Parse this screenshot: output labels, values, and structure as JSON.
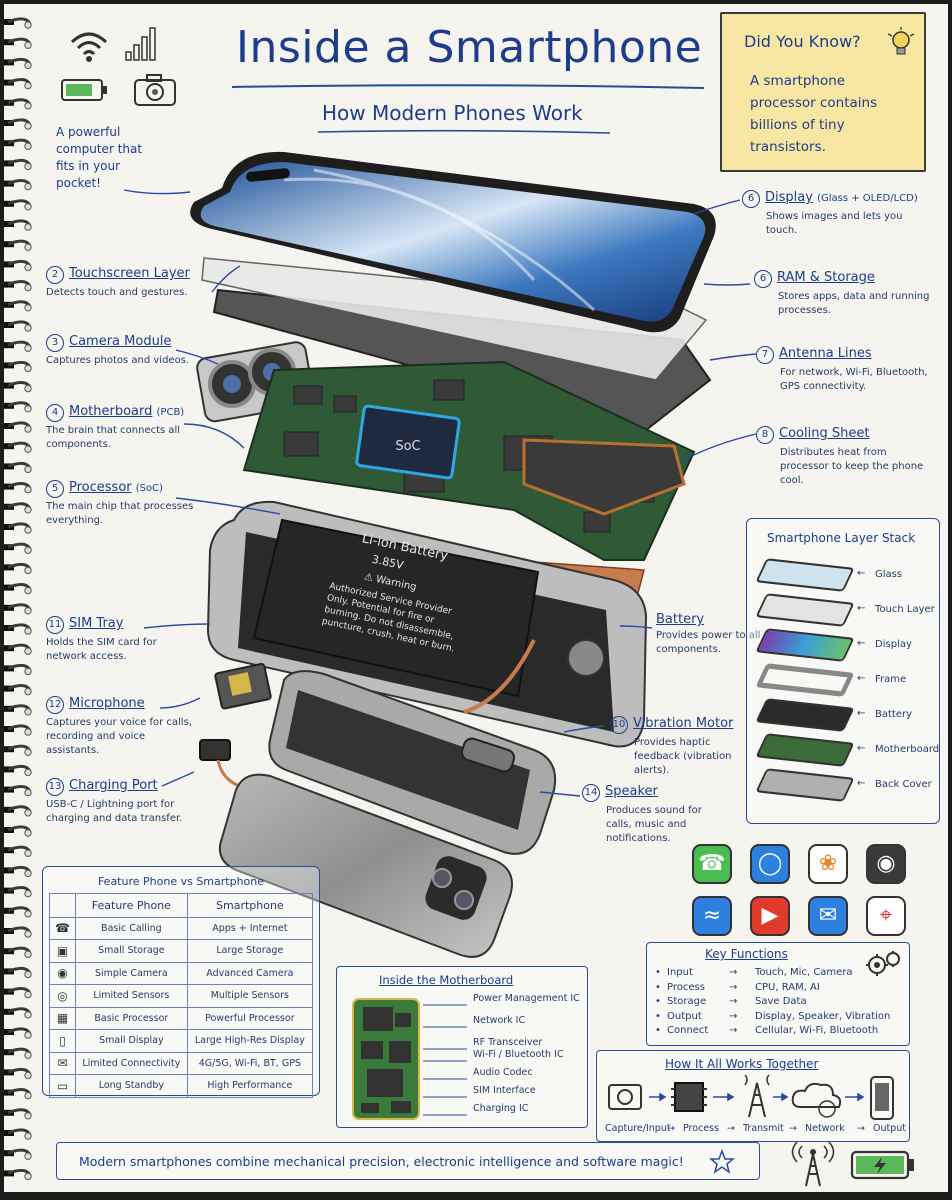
{
  "header": {
    "title": "Inside a Smartphone",
    "subtitle": "How Modern Phones Work",
    "tagline": "A powerful computer that fits in your pocket!"
  },
  "did_you_know": {
    "title": "Did You Know?",
    "text": "A smartphone processor contains billions of tiny transistors."
  },
  "components_left": [
    {
      "num": "2",
      "title": "Touchscreen Layer",
      "sub": "",
      "desc": "Detects touch and gestures."
    },
    {
      "num": "3",
      "title": "Camera Module",
      "sub": "",
      "desc": "Captures photos and videos."
    },
    {
      "num": "4",
      "title": "Motherboard",
      "sub": "(PCB)",
      "desc": "The brain that connects all components."
    },
    {
      "num": "5",
      "title": "Processor",
      "sub": "(SoC)",
      "desc": "The main chip that processes everything."
    },
    {
      "num": "11",
      "title": "SIM Tray",
      "sub": "",
      "desc": "Holds the SIM card for network access."
    },
    {
      "num": "12",
      "title": "Microphone",
      "sub": "",
      "desc": "Captures your voice for calls, recording and voice assistants."
    },
    {
      "num": "13",
      "title": "Charging Port",
      "sub": "",
      "desc": "USB-C / Lightning port for charging and data transfer."
    }
  ],
  "components_right": [
    {
      "num": "6",
      "title": "Display",
      "sub": "(Glass + OLED/LCD)",
      "desc": "Shows images and lets you touch."
    },
    {
      "num": "6",
      "title": "RAM & Storage",
      "sub": "",
      "desc": "Stores apps, data and running processes."
    },
    {
      "num": "7",
      "title": "Antenna Lines",
      "sub": "",
      "desc": "For network, Wi-Fi, Bluetooth, GPS connectivity."
    },
    {
      "num": "8",
      "title": "Cooling Sheet",
      "sub": "",
      "desc": "Distributes heat from processor to keep the phone cool."
    },
    {
      "num": "",
      "title": "Battery",
      "sub": "",
      "desc": "Provides power to all components."
    },
    {
      "num": "10",
      "title": "Vibration Motor",
      "sub": "",
      "desc": "Provides haptic feedback (vibration alerts)."
    },
    {
      "num": "14",
      "title": "Speaker",
      "sub": "",
      "desc": "Produces sound for calls, music and notifications."
    }
  ],
  "chip_label": "SoC",
  "battery_print": {
    "line1": "Li-ion Battery",
    "line2": "3.85V",
    "line3": "⚠ Warning",
    "line4": "Authorized Service Provider",
    "line5": "Only. Potential for fire or",
    "line6": "burning. Do not disassemble,",
    "line7": "puncture, crush, heat or burn."
  },
  "layer_stack": {
    "title": "Smartphone Layer Stack",
    "layers": [
      "Glass",
      "Touch Layer",
      "Display",
      "Frame",
      "Battery",
      "Motherboard",
      "Back Cover"
    ]
  },
  "comparison": {
    "title": "Feature Phone  vs  Smartphone",
    "col1": "Feature Phone",
    "col2": "Smartphone",
    "rows": [
      {
        "icon": "phone-icon",
        "a": "Basic Calling",
        "b": "Apps + Internet"
      },
      {
        "icon": "sd-card-icon",
        "a": "Small Storage",
        "b": "Large Storage"
      },
      {
        "icon": "camera-icon",
        "a": "Simple Camera",
        "b": "Advanced Camera"
      },
      {
        "icon": "sensor-icon",
        "a": "Limited Sensors",
        "b": "Multiple Sensors"
      },
      {
        "icon": "chip-icon",
        "a": "Basic Processor",
        "b": "Powerful Processor"
      },
      {
        "icon": "display-icon",
        "a": "Small Display",
        "b": "Large High-Res Display"
      },
      {
        "icon": "mail-icon",
        "a": "Limited Connectivity",
        "b": "4G/5G, Wi-Fi, BT, GPS"
      },
      {
        "icon": "battery-icon",
        "a": "Long Standby",
        "b": "High Performance"
      }
    ]
  },
  "motherboard": {
    "title": "Inside the Motherboard",
    "parts": [
      "Power Management IC",
      "Network IC",
      "RF Transceiver",
      "Wi-Fi / Bluetooth IC",
      "Audio Codec",
      "SIM Interface",
      "Charging IC"
    ]
  },
  "key_functions": {
    "title": "Key Functions",
    "rows": [
      {
        "k": "Input",
        "v": "Touch, Mic, Camera"
      },
      {
        "k": "Process",
        "v": "CPU, RAM, AI"
      },
      {
        "k": "Storage",
        "v": "Save Data"
      },
      {
        "k": "Output",
        "v": "Display, Speaker, Vibration"
      },
      {
        "k": "Connect",
        "v": "Cellular, Wi-Fi, Bluetooth"
      }
    ]
  },
  "flow": {
    "title": "How It All Works Together",
    "steps": [
      "Capture/Input",
      "Process",
      "Transmit",
      "Network",
      "Output"
    ]
  },
  "footer": {
    "text": "Modern smartphones combine mechanical precision, electronic intelligence and software magic!"
  },
  "apps": [
    "phone-app-icon",
    "messages-app-icon",
    "photos-app-icon",
    "camera-app-icon",
    "wifi-app-icon",
    "video-app-icon",
    "mail-app-icon",
    "maps-app-icon"
  ],
  "colors": {
    "ink": "#1d3c8c",
    "paper": "#f5f4ef",
    "note": "#f7e7a3"
  }
}
